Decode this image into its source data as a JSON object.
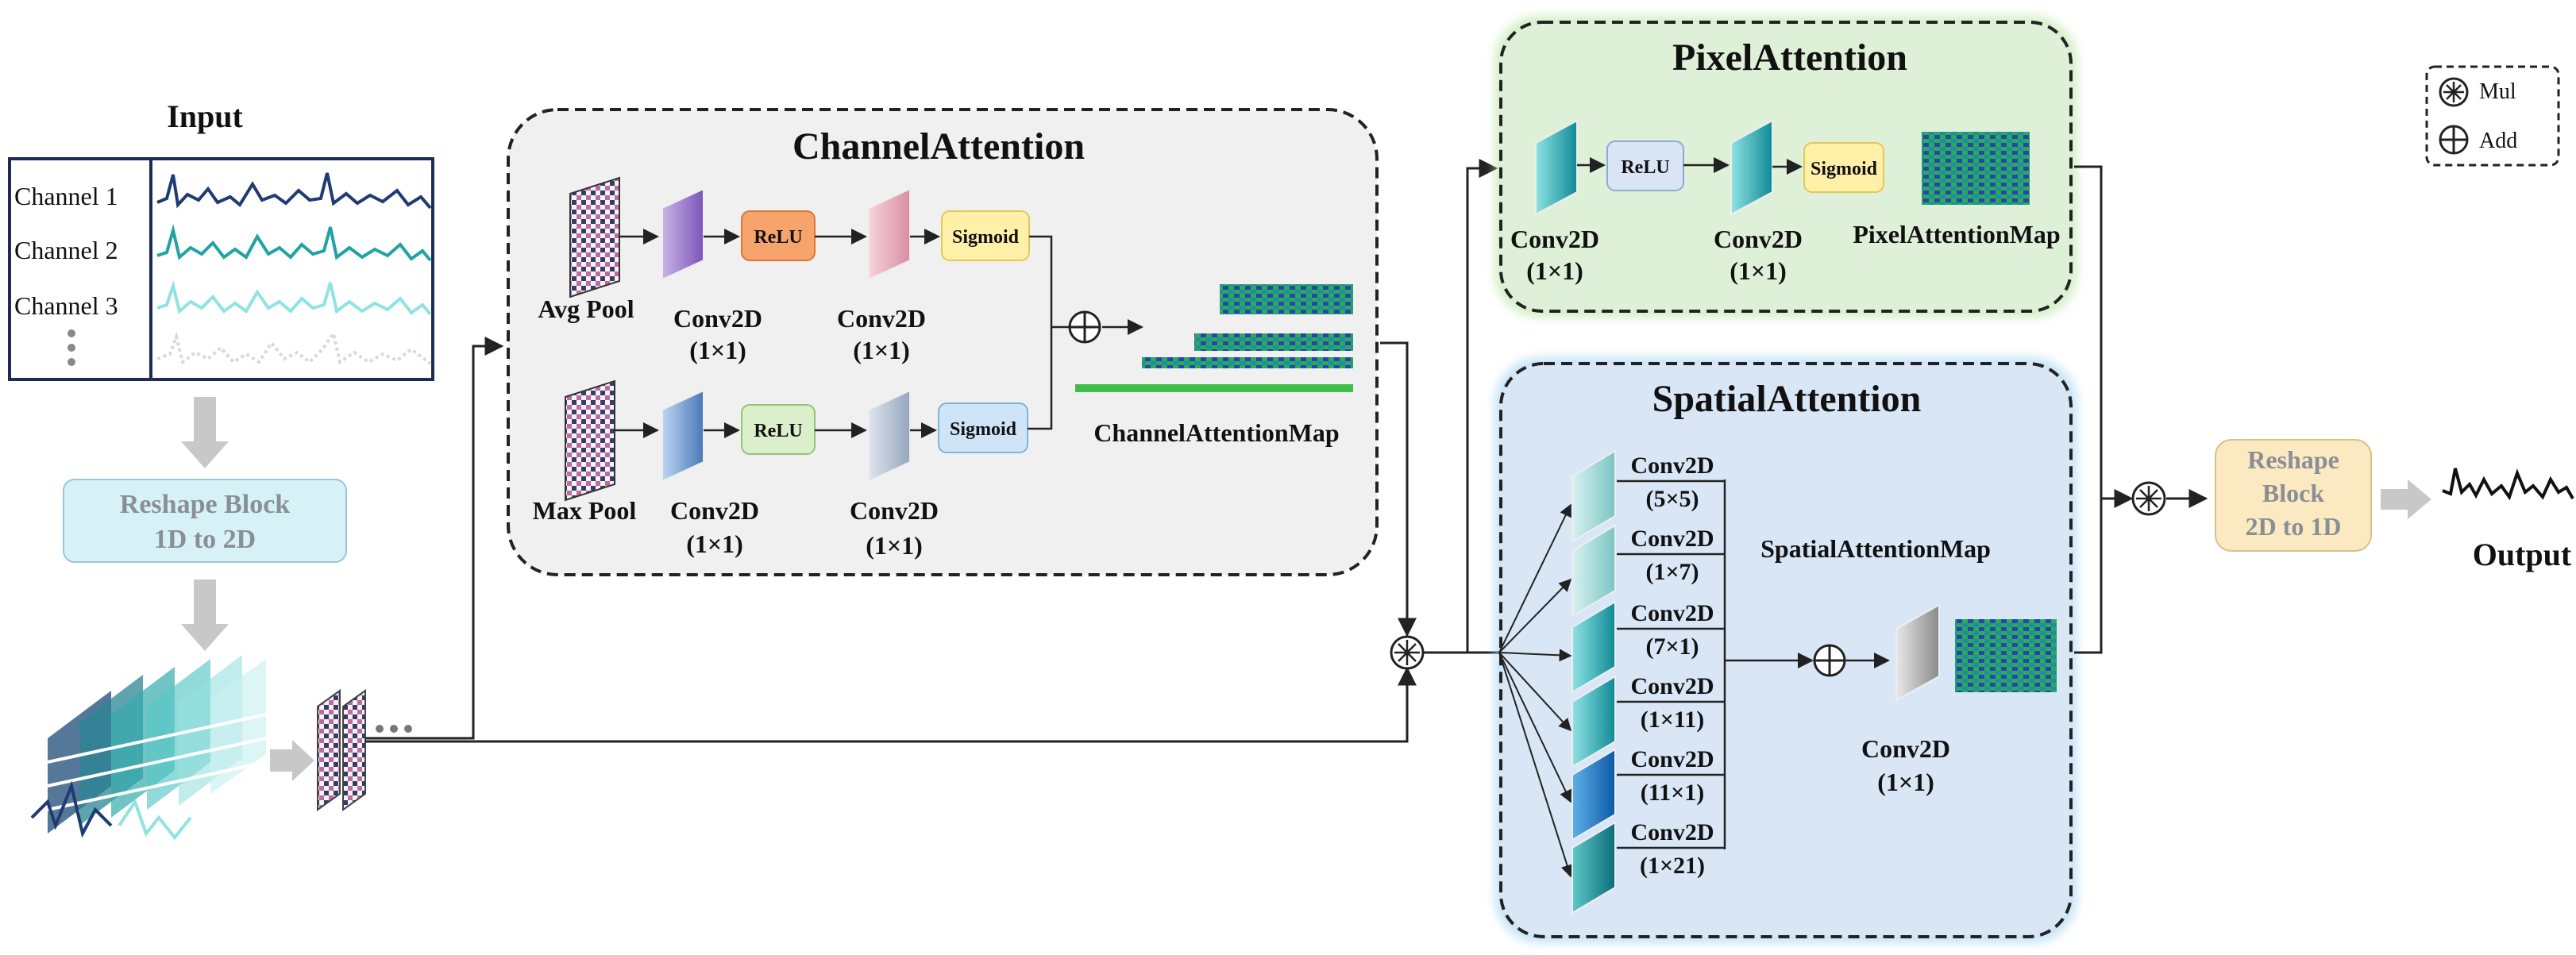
{
  "input": {
    "title": "Input",
    "channels": [
      "Channel 1",
      "Channel 2",
      "Channel 3"
    ]
  },
  "reshape_in": {
    "line1": "Reshape Block",
    "line2": "1D to 2D"
  },
  "channel_attention": {
    "title": "ChannelAttention",
    "avg_pool": "Avg Pool",
    "max_pool": "Max Pool",
    "conv": "Conv2D",
    "conv_size": "(1×1)",
    "relu": "ReLU",
    "sigmoid": "Sigmoid",
    "map_label": "ChannelAttentionMap"
  },
  "pixel_attention": {
    "title": "PixelAttention",
    "conv": "Conv2D",
    "conv_size": "(1×1)",
    "relu": "ReLU",
    "sigmoid": "Sigmoid",
    "map_label": "PixelAttentionMap"
  },
  "spatial_attention": {
    "title": "SpatialAttention",
    "convs": [
      {
        "name": "Conv2D",
        "size": "(5×5)"
      },
      {
        "name": "Conv2D",
        "size": "(1×7)"
      },
      {
        "name": "Conv2D",
        "size": "(7×1)"
      },
      {
        "name": "Conv2D",
        "size": "(1×11)"
      },
      {
        "name": "Conv2D",
        "size": "(11×1)"
      },
      {
        "name": "Conv2D",
        "size": "(1×21)"
      }
    ],
    "map_label": "SpatialAttentionMap",
    "final_conv": "Conv2D",
    "final_conv_size": "(1×1)"
  },
  "reshape_out": {
    "line1": "Reshape",
    "line2": "Block",
    "line3": "2D to 1D"
  },
  "output": {
    "title": "Output"
  },
  "legend": {
    "mul": "Mul",
    "add": "Add"
  },
  "colors": {
    "channel_box": "#f0f0f0",
    "pixel_box": "#dff0d8",
    "pixel_glow": "#b7e4a0",
    "spatial_box": "#d8e6f5",
    "spatial_glow": "#9fd3f3",
    "relu_orange": "#f6a36c",
    "relu_green": "#dcefcb",
    "relu_blue": "#d9e4f5",
    "sigmoid_yellow": "#fff0a8",
    "sigmoid_blue": "#cfe5f7",
    "reshape_in": "#d6f2f7",
    "reshape_out": "#fbe9c2",
    "signal_dark": "#1f3b73",
    "signal_teal": "#1fa3a3",
    "signal_light": "#8fe3e3",
    "signal_faint": "#d9d9d9"
  }
}
